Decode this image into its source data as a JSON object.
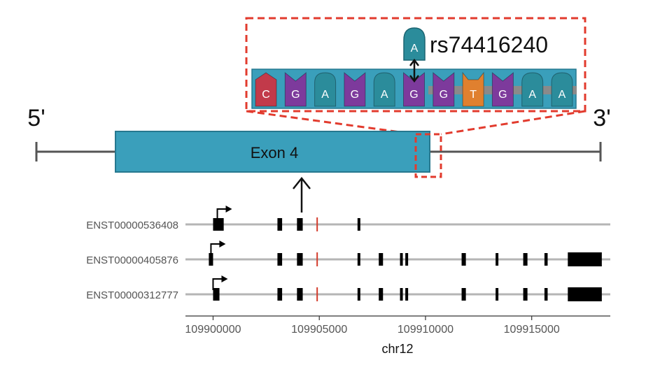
{
  "diagram": {
    "gene_track": {
      "five_prime_label": "5'",
      "three_prime_label": "3'",
      "exon_label": "Exon 4"
    },
    "zoom_inset": {
      "variant_allele": "A",
      "variant_id": "rs74416240",
      "sequence": [
        {
          "base": "C",
          "color": "#c23a4a"
        },
        {
          "base": "G",
          "color": "#7d3a9c"
        },
        {
          "base": "A",
          "color": "#2b8c9b"
        },
        {
          "base": "G",
          "color": "#7d3a9c"
        },
        {
          "base": "A",
          "color": "#2b8c9b"
        },
        {
          "base": "G",
          "color": "#7d3a9c"
        },
        {
          "base": "G",
          "color": "#7d3a9c"
        },
        {
          "base": "T",
          "color": "#e0802f"
        },
        {
          "base": "G",
          "color": "#7d3a9c"
        },
        {
          "base": "A",
          "color": "#2b8c9b"
        },
        {
          "base": "A",
          "color": "#2b8c9b"
        }
      ],
      "variant_position_index": 5
    },
    "colors": {
      "exon_fill": "#3a9fbb",
      "exon_border": "#26788f",
      "highlight_dash": "#e23b2e",
      "gene_line": "#555555",
      "variant_marker": "#d43b2b",
      "transcript_line": "#b5b5b5"
    }
  },
  "transcript_plot": {
    "x_axis_label": "chr12",
    "x_range": [
      109898700,
      109918700
    ],
    "x_ticks": [
      {
        "value": 109900000,
        "label": "109900000"
      },
      {
        "value": 109905000,
        "label": "109905000"
      },
      {
        "value": 109910000,
        "label": "109910000"
      },
      {
        "value": 109915000,
        "label": "109915000"
      }
    ],
    "variant_position": 109904900,
    "transcripts": [
      {
        "name": "ENST00000536408",
        "start": 109898700,
        "end": 109918700,
        "tss": 109900200,
        "exons": [
          [
            109900000,
            109900500
          ],
          [
            109903030,
            109903250
          ],
          [
            109903950,
            109904220
          ],
          [
            109906800,
            109906870
          ]
        ]
      },
      {
        "name": "ENST00000405876",
        "start": 109898700,
        "end": 109918700,
        "tss": 109899900,
        "exons": [
          [
            109899800,
            109900000
          ],
          [
            109903030,
            109903250
          ],
          [
            109903950,
            109904220
          ],
          [
            109906800,
            109906870
          ],
          [
            109907800,
            109908000
          ],
          [
            109908800,
            109908900
          ],
          [
            109909050,
            109909150
          ],
          [
            109911700,
            109911900
          ],
          [
            109913300,
            109913380
          ],
          [
            109914600,
            109914800
          ],
          [
            109915600,
            109915750
          ],
          [
            109916700,
            109918300
          ]
        ]
      },
      {
        "name": "ENST00000312777",
        "start": 109898700,
        "end": 109918700,
        "tss": 109900000,
        "exons": [
          [
            109900000,
            109900300
          ],
          [
            109903030,
            109903250
          ],
          [
            109903950,
            109904220
          ],
          [
            109906800,
            109906870
          ],
          [
            109907800,
            109908000
          ],
          [
            109908800,
            109908900
          ],
          [
            109909050,
            109909150
          ],
          [
            109911700,
            109911900
          ],
          [
            109913300,
            109913380
          ],
          [
            109914600,
            109914800
          ],
          [
            109915600,
            109915750
          ],
          [
            109916700,
            109918300
          ]
        ]
      }
    ]
  }
}
